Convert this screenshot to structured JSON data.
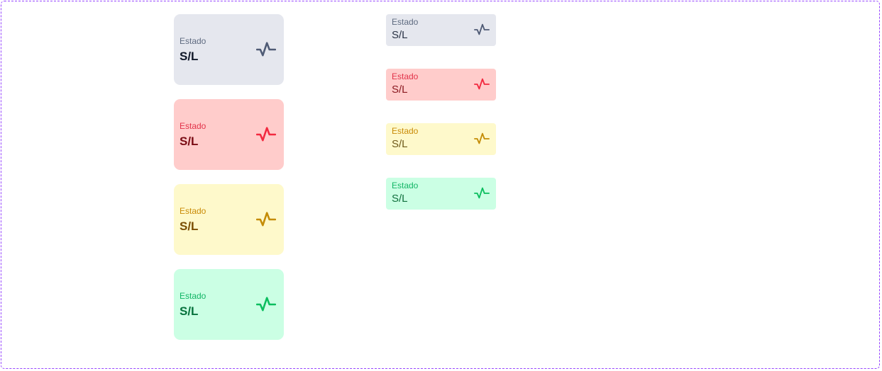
{
  "cards_large": [
    {
      "variant": "gray",
      "label": "Estado",
      "value": "S/L",
      "icon": "activity-icon"
    },
    {
      "variant": "red",
      "label": "Estado",
      "value": "S/L",
      "icon": "activity-icon"
    },
    {
      "variant": "yellow",
      "label": "Estado",
      "value": "S/L",
      "icon": "activity-icon"
    },
    {
      "variant": "green",
      "label": "Estado",
      "value": "S/L",
      "icon": "activity-icon"
    }
  ],
  "cards_small": [
    {
      "variant": "gray",
      "label": "Estado",
      "value": "S/L",
      "icon": "activity-icon"
    },
    {
      "variant": "red",
      "label": "Estado",
      "value": "S/L",
      "icon": "activity-icon"
    },
    {
      "variant": "yellow",
      "label": "Estado",
      "value": "S/L",
      "icon": "activity-icon"
    },
    {
      "variant": "green",
      "label": "Estado",
      "value": "S/L",
      "icon": "activity-icon"
    }
  ],
  "colors": {
    "frame_border": "#9747FF",
    "gray_bg": "#E5E7EE",
    "red_bg": "#FFCCCB",
    "yellow_bg": "#FEF9CB",
    "green_bg": "#CBFFE4"
  }
}
